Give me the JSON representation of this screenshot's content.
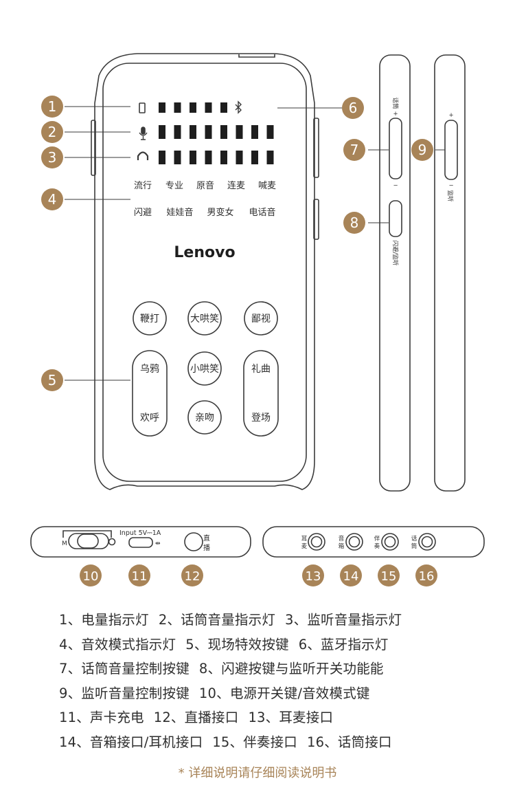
{
  "colors": {
    "callout": "#a88458",
    "outline": "#3a3a3a",
    "text": "#2e2e2e"
  },
  "device": {
    "brand": "Lenovo",
    "effect_modes_row1": [
      "流行",
      "专业",
      "原音",
      "连麦",
      "喊麦"
    ],
    "effect_modes_row2": [
      "闪避",
      "娃娃音",
      "男变女",
      "电话音"
    ],
    "buttons": {
      "b1": "鞭打",
      "b2": "大哄笑",
      "b3": "鄙视",
      "b4": "小哄笑",
      "b5": "亲吻",
      "b6_top": "乌鸦",
      "b6_bottom": "欢呼",
      "b7_top": "礼曲",
      "b7_bottom": "登场"
    },
    "icons": [
      "battery-icon",
      "bluetooth-icon",
      "microphone-icon",
      "headphones-icon"
    ]
  },
  "side_labels": {
    "mic_volume": "话筒 + −",
    "mic_plus": "+",
    "mic_minus": "−",
    "mic_text": "话筒",
    "dodge_text": "闪避/监听",
    "monitor_plus": "+",
    "monitor_minus": "−",
    "monitor_text": "监听"
  },
  "bottom_panel": {
    "switch_m": "M",
    "input_label": "Input 5V⎓1A",
    "live_1": "直",
    "live_2": "播"
  },
  "jacks": [
    {
      "l1": "耳",
      "l2": "麦"
    },
    {
      "l1": "音",
      "l2": "箱"
    },
    {
      "l1": "伴",
      "l2": "奏"
    },
    {
      "l1": "话",
      "l2": "筒"
    }
  ],
  "callouts": [
    "1",
    "2",
    "3",
    "4",
    "5",
    "6",
    "7",
    "8",
    "9",
    "10",
    "11",
    "12",
    "13",
    "14",
    "15",
    "16"
  ],
  "legend": [
    [
      "1、电量指示灯",
      "2、话筒音量指示灯",
      "3、监听音量指示灯"
    ],
    [
      "4、音效模式指示灯",
      "5、现场特效按键",
      "6、蓝牙指示灯"
    ],
    [
      "7、话筒音量控制按键",
      "8、闪避按键与监听开关功能能"
    ],
    [
      "9、监听音量控制按键",
      "10、电源开关键/音效模式键"
    ],
    [
      "11、声卡充电",
      "12、直播接口",
      "13、耳麦接口"
    ],
    [
      "14、音箱接口/耳机接口",
      "15、伴奏接口",
      "16、话筒接口"
    ]
  ],
  "footnote": "* 详细说明请仔细阅读说明书"
}
